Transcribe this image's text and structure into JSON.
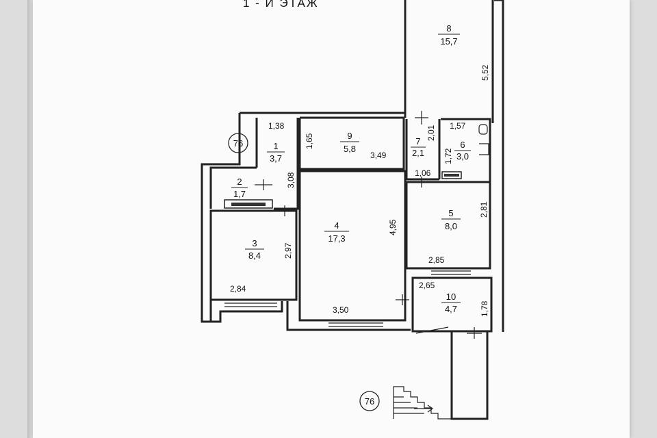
{
  "title": "1 - Й  ЭТАЖ",
  "marker": "76",
  "rooms": [
    {
      "id": "room-1",
      "number": "1",
      "area": "3,7"
    },
    {
      "id": "room-2",
      "number": "2",
      "area": "1,7"
    },
    {
      "id": "room-3",
      "number": "3",
      "area": "8,4"
    },
    {
      "id": "room-4",
      "number": "4",
      "area": "17,3"
    },
    {
      "id": "room-5",
      "number": "5",
      "area": "8,0"
    },
    {
      "id": "room-6",
      "number": "6",
      "area": "3,0"
    },
    {
      "id": "room-7",
      "number": "7",
      "area": "2,1"
    },
    {
      "id": "room-8",
      "number": "8",
      "area": "15,7"
    },
    {
      "id": "room-9",
      "number": "9",
      "area": "5,8"
    },
    {
      "id": "room-10",
      "number": "10",
      "area": "4,7"
    }
  ],
  "dimensions": {
    "r1_w": "1,38",
    "r1_h": "3,08",
    "r9_h": "1,65",
    "r9_w": "3,49",
    "r7_h": "2,01",
    "r7_w": "1,06",
    "r6_w": "1,57",
    "r6_h": "1,72",
    "r8_h": "5,52",
    "r4_h": "4,95",
    "r4_w": "3,50",
    "r5_h": "2,81",
    "r5_w": "2,85",
    "r3_h": "2,97",
    "r3_w": "2,84",
    "r10_w": "2,65",
    "r10_h": "1,78"
  }
}
